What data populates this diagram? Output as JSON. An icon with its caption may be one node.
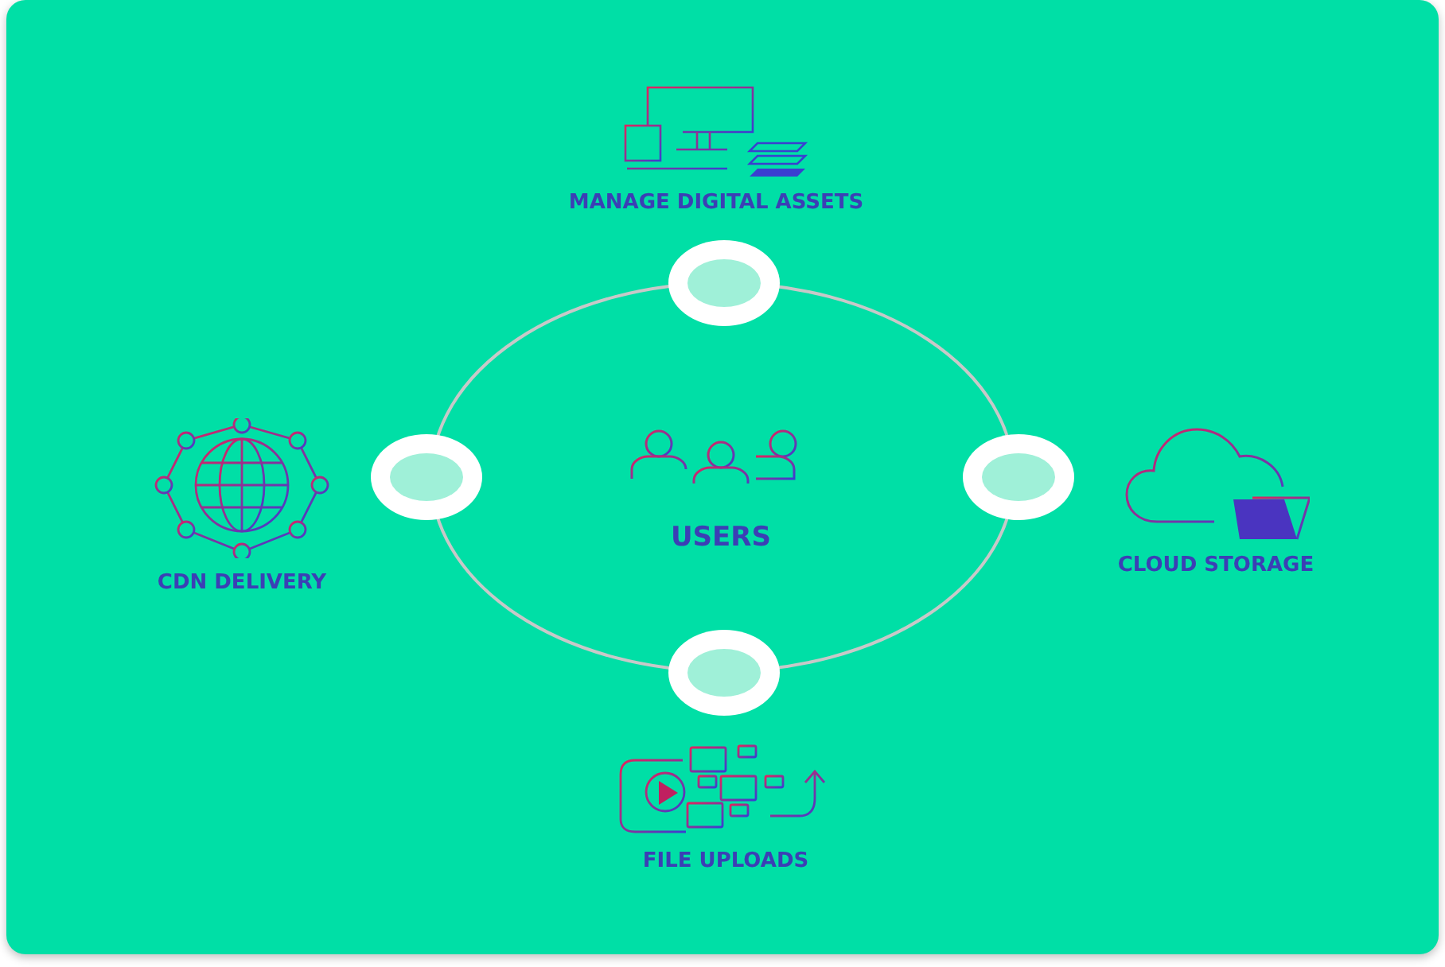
{
  "diagram": {
    "nodes": [
      {
        "text": [
          "USERS"
        ]
      },
      {
        "text": [
          "MANAGE DIGITAL ASSETS"
        ]
      },
      {
        "text": [
          "CDN DELIVERY"
        ]
      },
      {
        "text": [
          "CLOUD STORAGE"
        ]
      },
      {
        "text": [
          "FILE UPLOADS"
        ]
      }
    ]
  }
}
